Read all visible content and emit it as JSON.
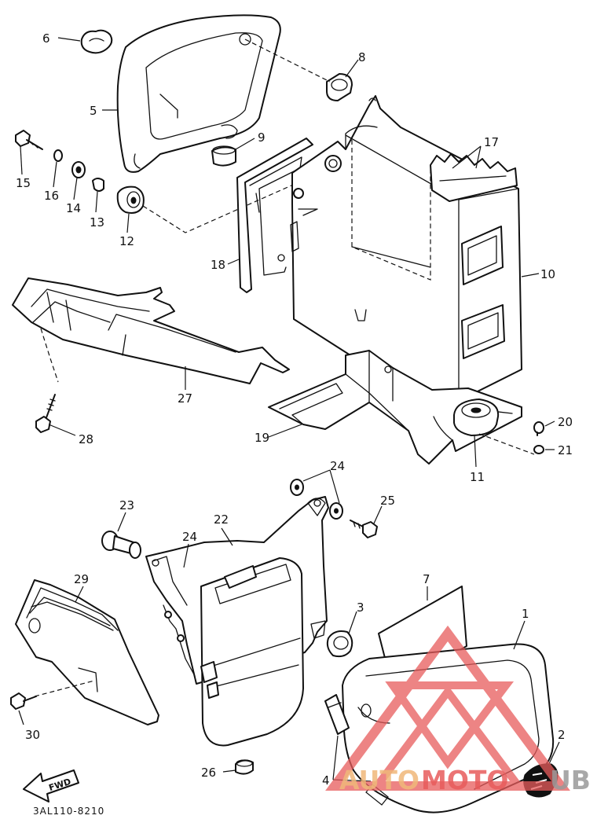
{
  "callouts": {
    "c1": "1",
    "c2": "2",
    "c3": "3",
    "c4": "4",
    "c5": "5",
    "c6": "6",
    "c7": "7",
    "c8": "8",
    "c9": "9",
    "c10": "10",
    "c11": "11",
    "c12": "12",
    "c13": "13",
    "c14": "14",
    "c15": "15",
    "c16": "16",
    "c17": "17",
    "c18": "18",
    "c19": "19",
    "c20": "20",
    "c21": "21",
    "c22": "22",
    "c23": "23",
    "c24a": "24",
    "c24b": "24",
    "c25": "25",
    "c26": "26",
    "c27": "27",
    "c28": "28",
    "c29": "29",
    "c30": "30"
  },
  "fwd_label": "FWD",
  "diagram_code": "3AL110-8210",
  "watermark": {
    "word_a": "AUTO",
    "word_b": "MOTO",
    "word_c": "UB",
    "color_a": "#f0b87a",
    "color_b": "#e85c5c",
    "color_c": "#9a9a9a"
  }
}
